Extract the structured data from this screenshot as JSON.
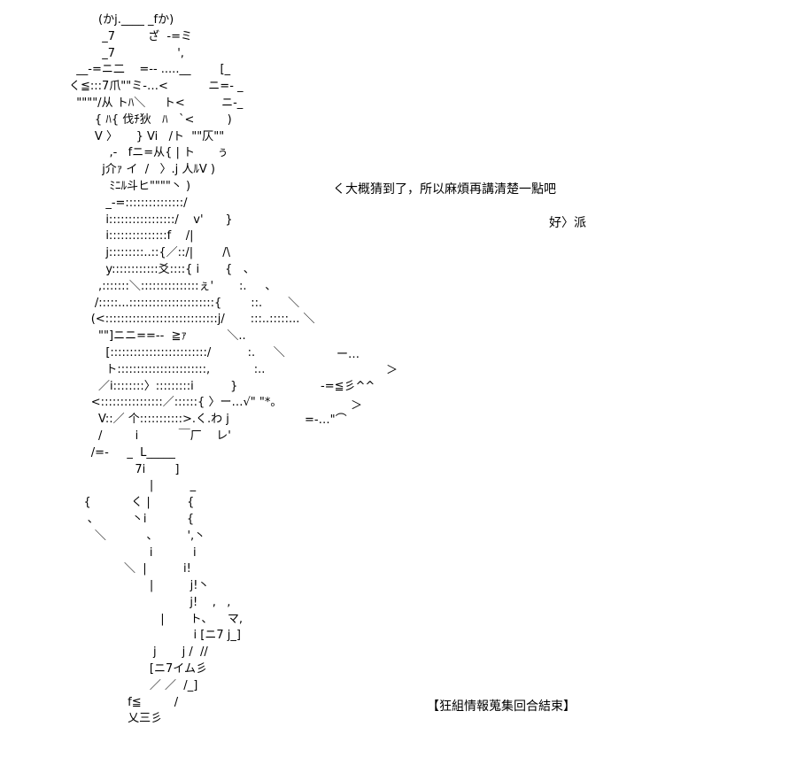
{
  "art": {
    "lines": [
      "        (かj.____ _fか)",
      "         _7         ざ  -=ミ",
      "         _7                 ',",
      "  __-=ニ二    =-- .....__        [_",
      "く≦:::7爪\"\"ミ-…<           ニ=- _",
      "  \"\"\"\"/从 トﾊ＼     ト<          ニ-_",
      "       { ﾊ{ 伐ﾁ狄   ﾊ   `<         )",
      "       V 〉     } Vi   /ト  \"\"仄\"\"",
      "           ,-   fニ=从{ | ト      ぅ",
      "         j介ｧ イ  /   〉.j 人ﾙV )",
      "           ﾐﾆﾙ斗ヒ\"\"\"\"丶 )",
      "          _-=:::::::::::::::/",
      "          i:::::::::::::::::/    v'      }",
      "          i:::::::::::::::f    /|",
      "          j:::::::::..::{／::/|        /\\",
      "          y::::::::::::爻::::{ i       {   、",
      "        ,:::::::＼:::::::::::::::ぇ'       :.     、",
      "       /:::::...::::::::::::::::::::::{        ::.       ＼",
      "      (<:::::::::::::::::::::::::::::j/       :::..:::::... ＼",
      "        \"\"]ニニ==--  ≧ｧ           ＼..",
      "          [:::::::::::::::::::::::::/          :.     ＼",
      "          ト:::::::::::::::::::::::,            :..",
      "        ／i::::::::〉:::::::::i          }",
      "      <::::::::::::::::／::::::{ 〉ー…√\" \"*。",
      "        V::／ 个:::::::::::>.く.わ j",
      "        /         i           ￣厂    レ'",
      "      /=-     _  L_____",
      "                  7i        ]",
      "                      |          _",
      "    {           く |          {",
      "     、         丶i           {",
      "       ＼           、        ',丶",
      "                      i           i",
      "               ＼  |          i!",
      "                      |          j!丶",
      "                                 j!    ,   ,",
      "                         |       ト、    マ,",
      "                                  i [ニ7 j_]",
      "                       j       j /  //",
      "                      [ニ7イム彡",
      "                      ／ ／  /_]",
      "                f≦         /",
      "                乂三彡"
    ]
  },
  "dialogue": {
    "line": "く大概猜到了，所以麻煩再講清楚一點吧",
    "speaker": "好〉派"
  },
  "effects": {
    "fx1": "ー…",
    "fx2": "＞",
    "fx3": "-=≦彡^^",
    "fx4": "＞",
    "fx5": "=-…\"⌒"
  },
  "footer": {
    "text": "【狂組情報蒐集回合結束】"
  }
}
